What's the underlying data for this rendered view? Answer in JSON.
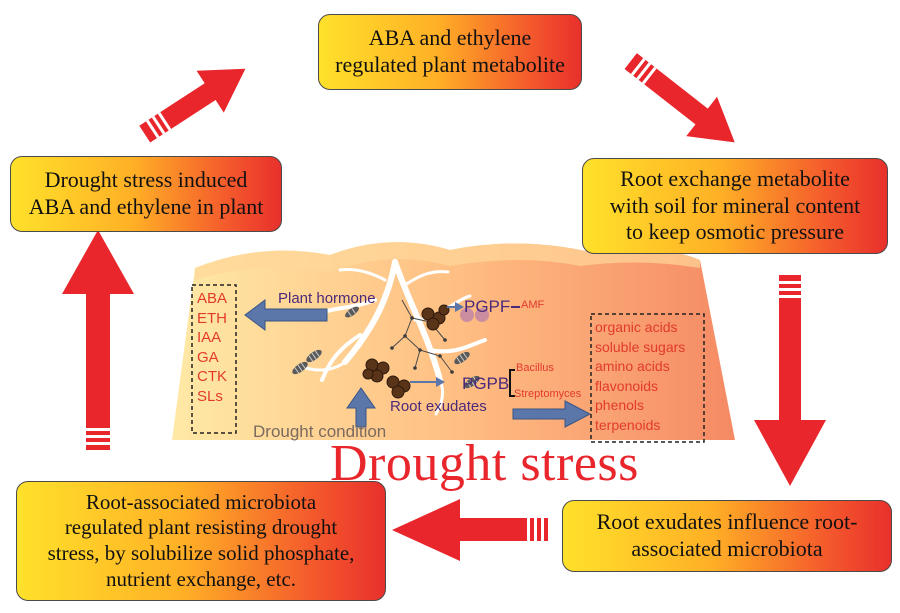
{
  "title": "Drought stress",
  "boxes": {
    "top": [
      "ABA and ethylene",
      "regulated plant metabolite"
    ],
    "left": [
      "Drought stress induced",
      "ABA and ethylene in plant"
    ],
    "right": [
      "Root exchange metabolite",
      "with soil for mineral content",
      "to keep osmotic pressure"
    ],
    "bottom_right": [
      "Root exudates influence root-",
      "associated microbiota"
    ],
    "bottom_left": [
      "Root-associated microbiota",
      "regulated plant resisting drought",
      "stress, by solubilize solid phosphate,",
      "nutrient exchange, etc."
    ]
  },
  "soil": {
    "plant_hormone": "Plant hormone",
    "pgpf": "PGPF",
    "amf": "AMF",
    "pgpb": "PGPB",
    "bacillus": "Bacillus",
    "streptomyces": "Streptomyces",
    "root_exudates": "Root exudates",
    "drought_condition": "Drought condition",
    "hormones": [
      "ABA",
      "ETH",
      "IAA",
      "GA",
      "CTK",
      "SLs"
    ],
    "exudates": [
      "organic acids",
      "soluble sugars",
      "amino acids",
      "flavonoids",
      "phenols",
      "terpenoids"
    ]
  },
  "colors": {
    "arrow_red": "#e8262c",
    "blue_arrow": "#5b76a8",
    "label_red": "#e23a2c",
    "label_purple": "#4a2a7a",
    "label_gray": "#7a6a60"
  }
}
